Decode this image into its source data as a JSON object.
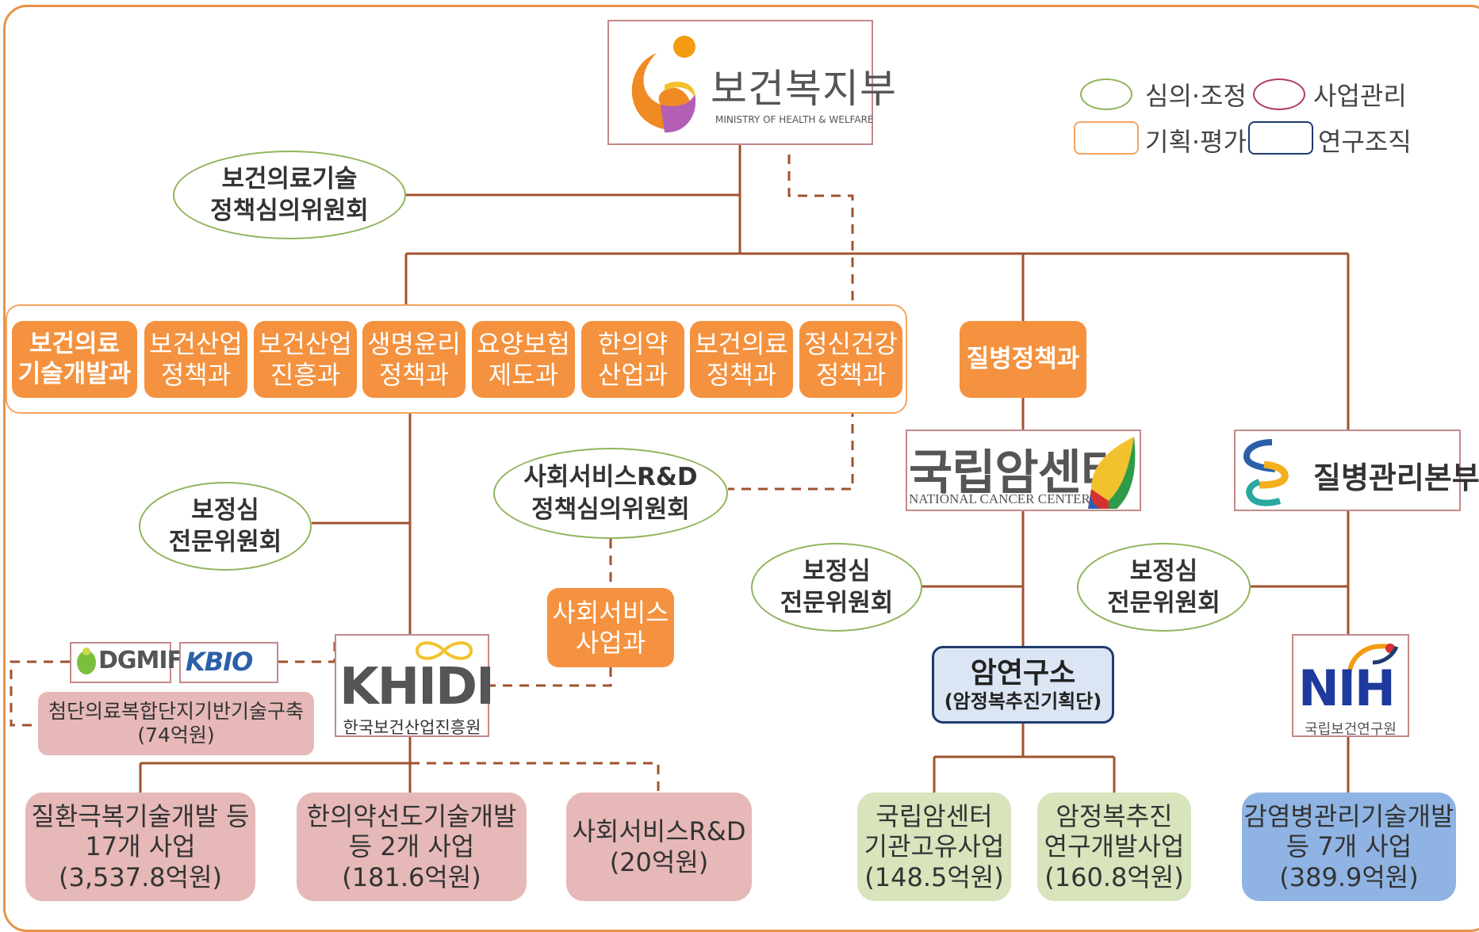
{
  "ministry": {
    "name": "보건복지부",
    "english": "MINISTRY OF HEALTH & WELFARE"
  },
  "legend": [
    {
      "label": "심의·조정"
    },
    {
      "label": "사업관리"
    },
    {
      "label": "기획·평가"
    },
    {
      "label": "연구조직"
    }
  ],
  "policy_committee": {
    "line1": "보건의료기술",
    "line2": "정책심의위원회"
  },
  "departments": [
    {
      "line1": "보건의료",
      "line2": "기술개발과"
    },
    {
      "line1": "보건산업",
      "line2": "정책과"
    },
    {
      "line1": "보건산업",
      "line2": "진흥과"
    },
    {
      "line1": "생명윤리",
      "line2": "정책과"
    },
    {
      "line1": "요양보험",
      "line2": "제도과"
    },
    {
      "line1": "한의약",
      "line2": "산업과"
    },
    {
      "line1": "보건의료",
      "line2": "정책과"
    },
    {
      "line1": "정신건강",
      "line2": "정책과"
    }
  ],
  "disease_policy": {
    "label": "질병정책과"
  },
  "ncc": {
    "name": "국립암센터",
    "english": "NATIONAL CANCER CENTER"
  },
  "kcdc": {
    "name": "질병관리본부"
  },
  "expert_committee_left": {
    "line1": "보정심",
    "line2": "전문위원회"
  },
  "expert_committee_ncc": {
    "line1": "보정심",
    "line2": "전문위원회"
  },
  "expert_committee_kcdc": {
    "line1": "보정심",
    "line2": "전문위원회"
  },
  "social_committee": {
    "line1": "사회서비스R&D",
    "line2": "정책심의위원회"
  },
  "social_dept": {
    "line1": "사회서비스",
    "line2": "사업과"
  },
  "khidi": {
    "logo": "KHIDI",
    "name": "한국보건산업진흥원"
  },
  "dgmif": {
    "logo": "DGMIF"
  },
  "kbio": {
    "logo": "KBIO"
  },
  "complex": {
    "line1": "첨단의료복합단지기반기술구축",
    "line2": "(74억원)"
  },
  "cancer_institute": {
    "line1": "암연구소",
    "line2": "(암정복추진기획단)"
  },
  "nih": {
    "logo": "NIH",
    "name": "국립보건연구원"
  },
  "programs": [
    {
      "line1": "질환극복기술개발 등",
      "line2": "17개 사업",
      "line3": "(3,537.8억원)"
    },
    {
      "line1": "한의약선도기술개발",
      "line2": "등 2개 사업",
      "line3": "(181.6억원)"
    },
    {
      "line1": "사회서비스R&D",
      "line2": "(20억원)"
    },
    {
      "line1": "국립암센터",
      "line2": "기관고유사업",
      "line3": "(148.5억원)"
    },
    {
      "line1": "암정복추진",
      "line2": "연구개발사업",
      "line3": "(160.8억원)"
    },
    {
      "line1": "감염병관리기술개발",
      "line2": "등 7개 사업",
      "line3": "(389.9억원)"
    }
  ],
  "colors": {
    "line": "#a0522d",
    "orange": "#f4923f",
    "pink": "#e6b8b8",
    "green": "#d7e4bc",
    "blue": "#8fb4e3",
    "ellipse_border": "#8fb45a"
  }
}
